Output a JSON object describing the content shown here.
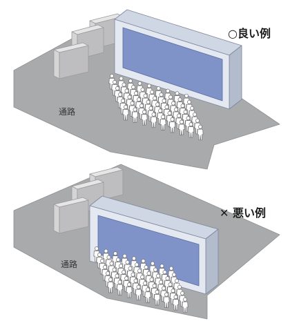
{
  "colors": {
    "floor": "#a9aaac",
    "floor_edge": "#8d8e90",
    "screen": "#7f93c8",
    "frame_front": "#e4e8f1",
    "frame_top": "#cfd6e4",
    "frame_side": "#b3bccd",
    "box_front": "#d5d5d6",
    "box_top": "#e6e6e7",
    "box_side": "#bebec0",
    "person": "#ffffff",
    "person_outline": "#6e6e70"
  },
  "examples": [
    {
      "title": "○良い例",
      "aisle_label": "通路"
    },
    {
      "title": "✕ 悪い例",
      "aisle_label": "通路"
    }
  ]
}
